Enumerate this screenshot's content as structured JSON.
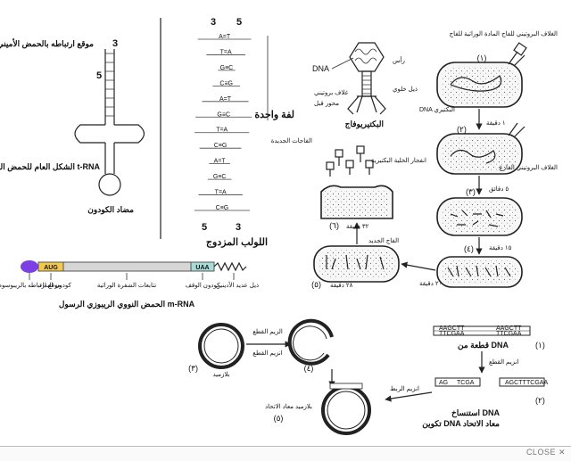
{
  "trna": {
    "end3": "3",
    "end5": "5",
    "amino_site": "موقع ارتباطه بالحمض الأميني",
    "general_shape": "الشكل العام للحمض الريبوزي الناقل t-RNA",
    "anticodon": "مضاد الكودون"
  },
  "helix": {
    "end3_top": "3",
    "end5_top": "5",
    "end3_bottom": "3",
    "end5_bottom": "5",
    "turn_label": "لفة واحدة",
    "title": "اللولب المزدوج",
    "pairs": [
      "A=T",
      "T=A",
      "G≡C",
      "C≡G",
      "A=T",
      "G≡C",
      "T=A",
      "C≡G",
      "A=T",
      "G≡C",
      "T=A",
      "C≡G"
    ]
  },
  "mrna": {
    "start_codon": "AUG",
    "stop_codon": "UAA",
    "ribosome_site": "موقع ارتباطه بالريبوسوم",
    "start_label": "كودون البداء",
    "gene_seq": "تتابعات الشفرة الوراثية",
    "stop_label": "كودون الوقف",
    "polya": "ذيل عديد الأدينين",
    "title": "الحمض النووي الريبوزي الرسول m-RNA"
  },
  "phage": {
    "dna": "DNA",
    "head": "رأس",
    "sheath": "غلاف بروتيني",
    "core": "محور قبل",
    "fibers": "ذيل خلوي",
    "title": "البكتيريوفاج",
    "n1": "(١)",
    "n2": "(٢)",
    "n3": "(٣)",
    "n4": "(٤)",
    "n5": "(٥)",
    "n6": "(٦)",
    "bact_dna": "DNA البكتيري",
    "genetic_material": "المادة الوراثية للفاج",
    "protein_coat": "الغلاف البروتيني للفاج",
    "empty_coat": "الغلاف البروتيني الفارغ",
    "new_phage": "الفاج الجديد",
    "new_phages": "الفاجات الجديدة",
    "burst": "انفجار الخلية البكتيرية",
    "t1": "١ دقيقة",
    "t2": "٥ دقائق",
    "t3": "١٥ دقيقة",
    "t4": "٢٠ دقيقة",
    "t5": "٢٨ دقيقة",
    "t6": "٣٢ دقيقة"
  },
  "recomb": {
    "seq1a": "AAGCTT",
    "seq1b": "TTCGAA",
    "seq2a": "AAGCTT",
    "seq2b": "TTCGAA",
    "seq3a": "AG",
    "seq3b": "TCGA",
    "seq4a": "AGCTT",
    "seq4b": "TCGAA",
    "frag_label": "قطعة من DNA",
    "enzyme_cut": "انزيم القطع",
    "enzyme_cut2": "الزيم القطع",
    "enzyme_ligase": "انزيم الربط",
    "plasmid": "بلازميد",
    "recomb_plasmid": "بلازميد معاد الاتحاد",
    "extract": "استنساخ DNA",
    "form": "تكوين DNA معاد الاتحاد",
    "n1": "(١)",
    "n2": "(٢)",
    "n3": "(٣)",
    "n4": "(٤)",
    "n5": "(٥)"
  },
  "ui": {
    "close_label": "CLOSE ✕"
  },
  "colors": {
    "start_box": "#f2c94c",
    "stop_box": "#a8dcd9",
    "ribosome": "#7b3fe4",
    "gene_bar": "#d6d6d6"
  }
}
